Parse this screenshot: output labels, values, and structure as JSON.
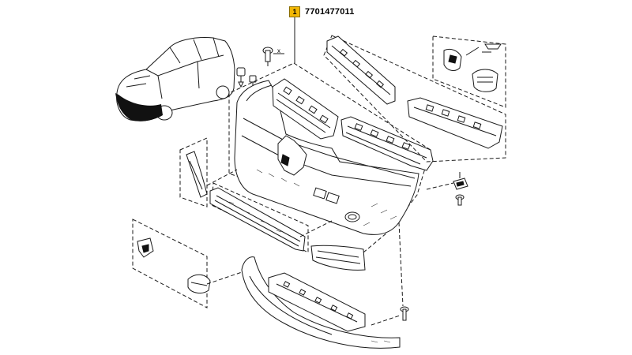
{
  "callout": {
    "index": "1",
    "part_number": "7701477011",
    "color": "#f2b705"
  },
  "screw_quantity_mark": "x"
}
